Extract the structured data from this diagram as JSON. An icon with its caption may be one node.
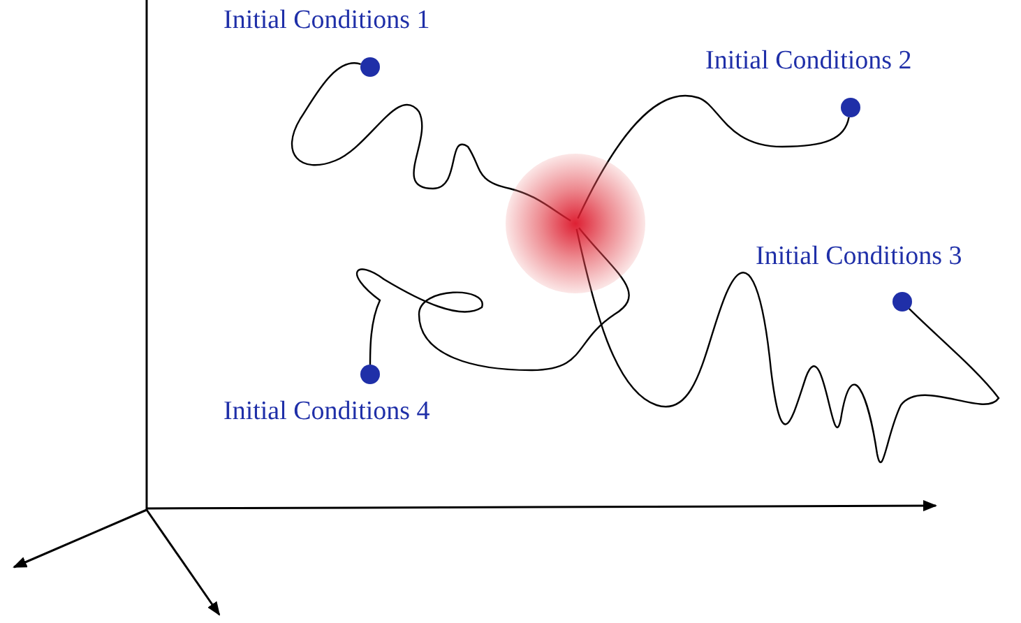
{
  "diagram": {
    "nodes": [
      {
        "text": [],
        "shape": "circle",
        "beside": [
          "Initial Conditions 1"
        ]
      },
      {
        "text": [],
        "shape": "circle",
        "beside": [
          "Initial Conditions 2"
        ]
      },
      {
        "text": [],
        "shape": "circle",
        "beside": [
          "Initial Conditions 3"
        ]
      },
      {
        "text": [],
        "shape": "circle",
        "beside": [
          "Initial Conditions 4"
        ]
      },
      {
        "text": [],
        "shape": "circle"
      }
    ],
    "edges": [
      {
        "from": 0,
        "to": 4,
        "arrow": "none"
      },
      {
        "from": 1,
        "to": 4,
        "arrow": "none"
      },
      {
        "from": 2,
        "to": 4,
        "arrow": "none"
      },
      {
        "from": 3,
        "to": 4,
        "arrow": "none"
      }
    ]
  }
}
